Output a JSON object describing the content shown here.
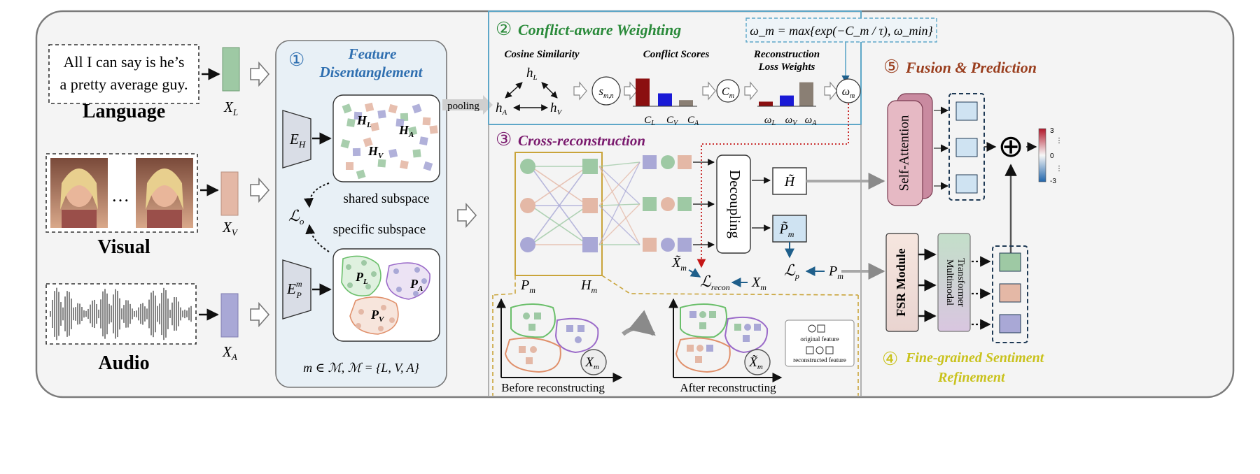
{
  "modalities": {
    "language": {
      "label": "Language",
      "transcript_line1": "All I can say is he’s",
      "transcript_line2": "a pretty average guy.",
      "feature": "X",
      "feature_sub": "L"
    },
    "visual": {
      "label": "Visual",
      "ellipsis": "…",
      "feature": "X",
      "feature_sub": "V"
    },
    "audio": {
      "label": "Audio",
      "feature": "X",
      "feature_sub": "A"
    }
  },
  "step1": {
    "num": "①",
    "title_line1": "Feature",
    "title_line2": "Disentanglement",
    "encoder_shared": "E",
    "encoder_shared_sub": "H",
    "encoder_specific": "E",
    "encoder_specific_sub": "P",
    "encoder_specific_sup": "m",
    "shared_subspace": "shared subspace",
    "specific_subspace": "specific subspace",
    "loss_o": "ℒ",
    "loss_o_sub": "o",
    "H_L": "H",
    "H_L_sub": "L",
    "H_A": "H",
    "H_A_sub": "A",
    "H_V": "H",
    "H_V_sub": "V",
    "P_L": "P",
    "P_L_sub": "L",
    "P_A": "P",
    "P_A_sub": "A",
    "P_V": "P",
    "P_V_sub": "V",
    "set_def": "m ∈ ℳ, ℳ = {L, V, A}"
  },
  "pooling": "pooling",
  "step2": {
    "num": "②",
    "title": "Conflict-aware Weighting",
    "formula": "ω_m = max{exp(−C_m / τ), ω_min}",
    "cosine_label": "Cosine Similarity",
    "conflict_label": "Conflict Scores",
    "recon_label_line1": "Reconstruction",
    "recon_label_line2": "Loss Weights",
    "hL": "h",
    "hL_sub": "L",
    "hA": "h",
    "hA_sub": "A",
    "hV": "h",
    "hV_sub": "V",
    "s_node": "s",
    "s_node_sub": "m,n",
    "c_node": "C",
    "c_node_sub": "m",
    "w_node": "ω",
    "w_node_sub": "m",
    "c_ticks": [
      {
        "t": "C",
        "s": "L"
      },
      {
        "t": "C",
        "s": "V"
      },
      {
        "t": "C",
        "s": "A"
      }
    ],
    "w_ticks": [
      {
        "t": "ω",
        "s": "L"
      },
      {
        "t": "ω",
        "s": "V"
      },
      {
        "t": "ω",
        "s": "A"
      }
    ],
    "conflict_values": [
      0.9,
      0.42,
      0.2
    ],
    "weight_values": [
      0.15,
      0.35,
      0.78
    ],
    "bar_colors": [
      "#8b0f10",
      "#1a1ad6",
      "#8a7f74"
    ]
  },
  "step3": {
    "num": "③",
    "title": "Cross-reconstruction",
    "P_m": "P",
    "P_m_sub": "m",
    "H_m": "H",
    "H_m_sub": "m",
    "decoupling": "Decoupling",
    "H_tilde": "H̃",
    "P_tilde": "P̃",
    "P_tilde_sub": "m",
    "X_tilde": "X̃",
    "X_tilde_sub": "m",
    "loss_recon": "ℒ",
    "loss_recon_sub": "recon",
    "X_m": "X",
    "X_m_sub": "m",
    "loss_p": "ℒ",
    "loss_p_sub": "p",
    "P_m2": "P",
    "P_m2_sub": "m",
    "before": "Before reconstructing",
    "after": "After reconstructing",
    "legend_original": "original feature",
    "legend_reconstructed": "reconstructed feature",
    "X_m_circle": "X",
    "X_m_circle_sub": "m",
    "X_tilde_circle": "X̃",
    "X_tilde_circle_sub": "m"
  },
  "step4": {
    "num": "④",
    "title_line1": "Fine-grained Sentiment",
    "title_line2": "Refinement",
    "fsr": "FSR Module",
    "mm_line1": "Multimodal",
    "mm_line2": "Transformer"
  },
  "step5": {
    "num": "⑤",
    "title": "Fusion & Prediction",
    "self_attention": "Self-Attention",
    "scale_top": "3",
    "scale_mid": "0",
    "scale_bot": "-3",
    "plus": "⊕"
  },
  "colors": {
    "language": "#9ec9a4",
    "visual": "#e4b8a6",
    "audio": "#a9a8d6",
    "step1": "#2f6fb0",
    "step2": "#2a8a3a",
    "step3": "#7a1a6e",
    "step4": "#c9c21c",
    "step5": "#9a3e1e",
    "panel": "#f4f4f4",
    "gold": "#c9a43a",
    "teal": "#5ea7c8"
  }
}
